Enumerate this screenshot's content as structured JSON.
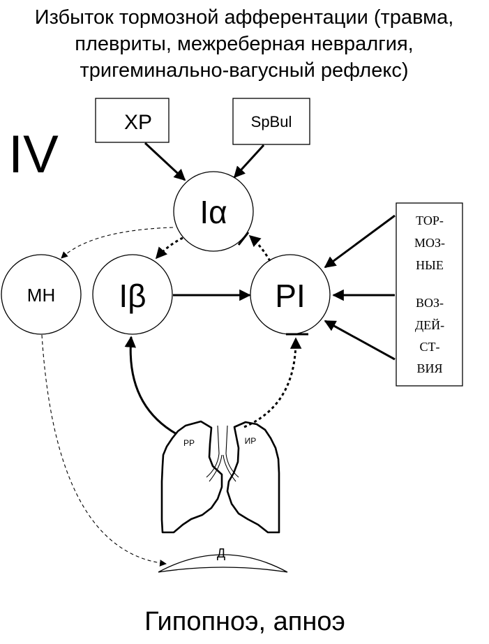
{
  "header": {
    "line1": "Избыток тормозной афферентации (травма,",
    "line2": "плевриты, межреберная невралгия,",
    "line3": "тригеминально-вагусный рефлекс)"
  },
  "panel_number": "IV",
  "boxes": {
    "xp": "ХР",
    "spbul": "SpBul"
  },
  "nodes": {
    "i_alpha": "Iα",
    "i_beta": "Iβ",
    "pi": "PI",
    "mn": "МН"
  },
  "side_box": {
    "lines": [
      "ТОР-",
      "МОЗ-",
      "НЫЕ",
      "",
      "ВОЗ-",
      "ДЕЙ-",
      "СТ-",
      "ВИЯ"
    ]
  },
  "lungs": {
    "left_label": "РР",
    "right_label": "ИР"
  },
  "diaphragm_label": "Д",
  "footer": "Гипопноэ, апноэ"
}
